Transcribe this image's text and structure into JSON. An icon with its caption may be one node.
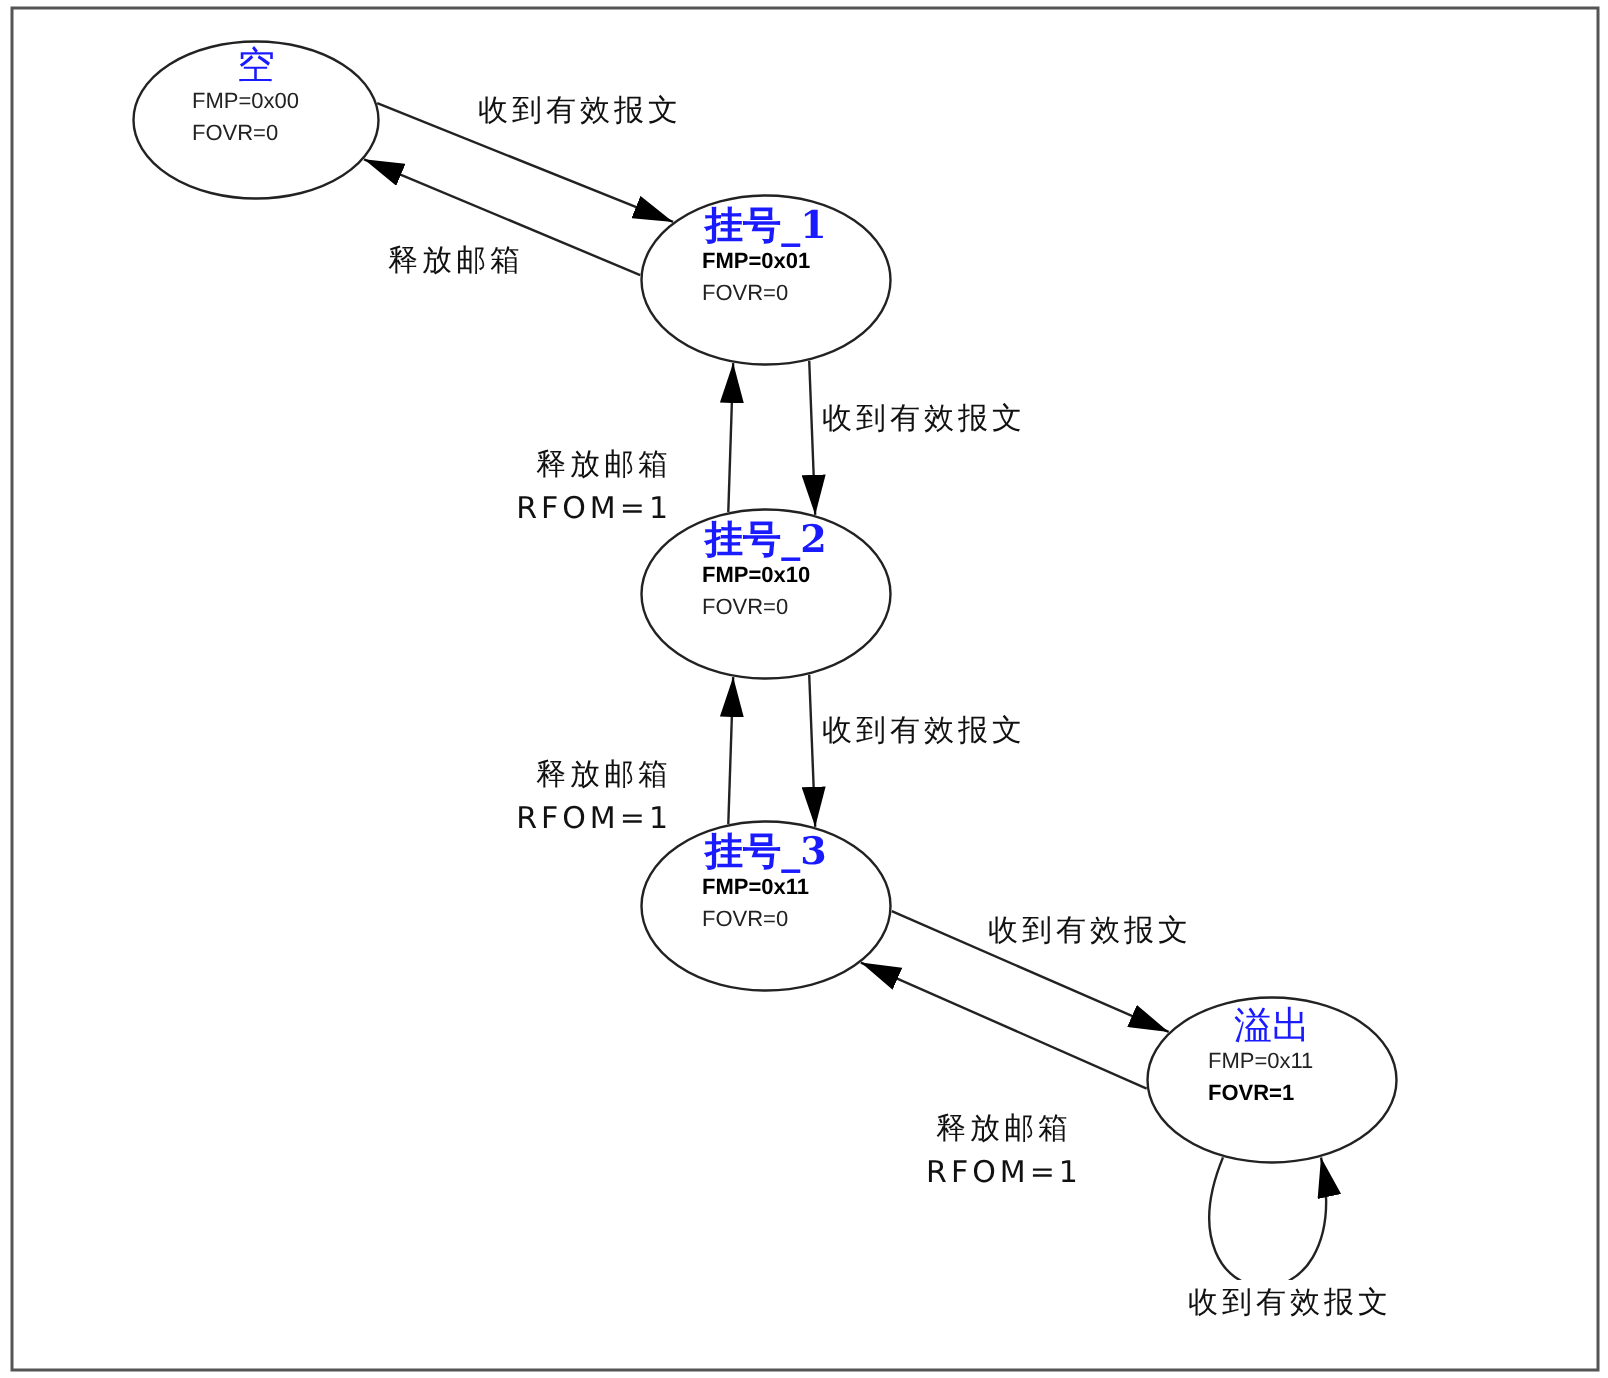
{
  "diagram": {
    "nodes": [
      {
        "text": [
          "空",
          "FMP=0x00",
          "FOVR=0"
        ]
      },
      {
        "text": [
          "挂号_1",
          "FMP=0x01",
          "FOVR=0"
        ]
      },
      {
        "text": [
          "挂号_2",
          "FMP=0x10",
          "FOVR=0"
        ]
      },
      {
        "text": [
          "挂号_3",
          "FMP=0x11",
          "FOVR=0"
        ]
      },
      {
        "text": [
          "溢出",
          "FMP=0x11",
          "FOVR=1"
        ]
      }
    ],
    "edges": [
      {
        "from": 0,
        "to": 1,
        "arrow": "to",
        "label": "收到有效报文"
      },
      {
        "from": 1,
        "to": 0,
        "arrow": "to",
        "label": "释放邮箱"
      },
      {
        "from": 1,
        "to": 2,
        "arrow": "to",
        "label": "收到有效报文"
      },
      {
        "from": 2,
        "to": 1,
        "arrow": "to",
        "label": "释放邮箱 RFOM=1"
      },
      {
        "from": 2,
        "to": 3,
        "arrow": "to",
        "label": "收到有效报文"
      },
      {
        "from": 3,
        "to": 2,
        "arrow": "to",
        "label": "释放邮箱 RFOM=1"
      },
      {
        "from": 3,
        "to": 4,
        "arrow": "to",
        "label": "收到有效报文"
      },
      {
        "from": 4,
        "to": 3,
        "arrow": "to",
        "label": "释放邮箱 RFOM=1"
      },
      {
        "from": 4,
        "to": 4,
        "arrow": "to",
        "label": "收到有效报文"
      }
    ]
  }
}
